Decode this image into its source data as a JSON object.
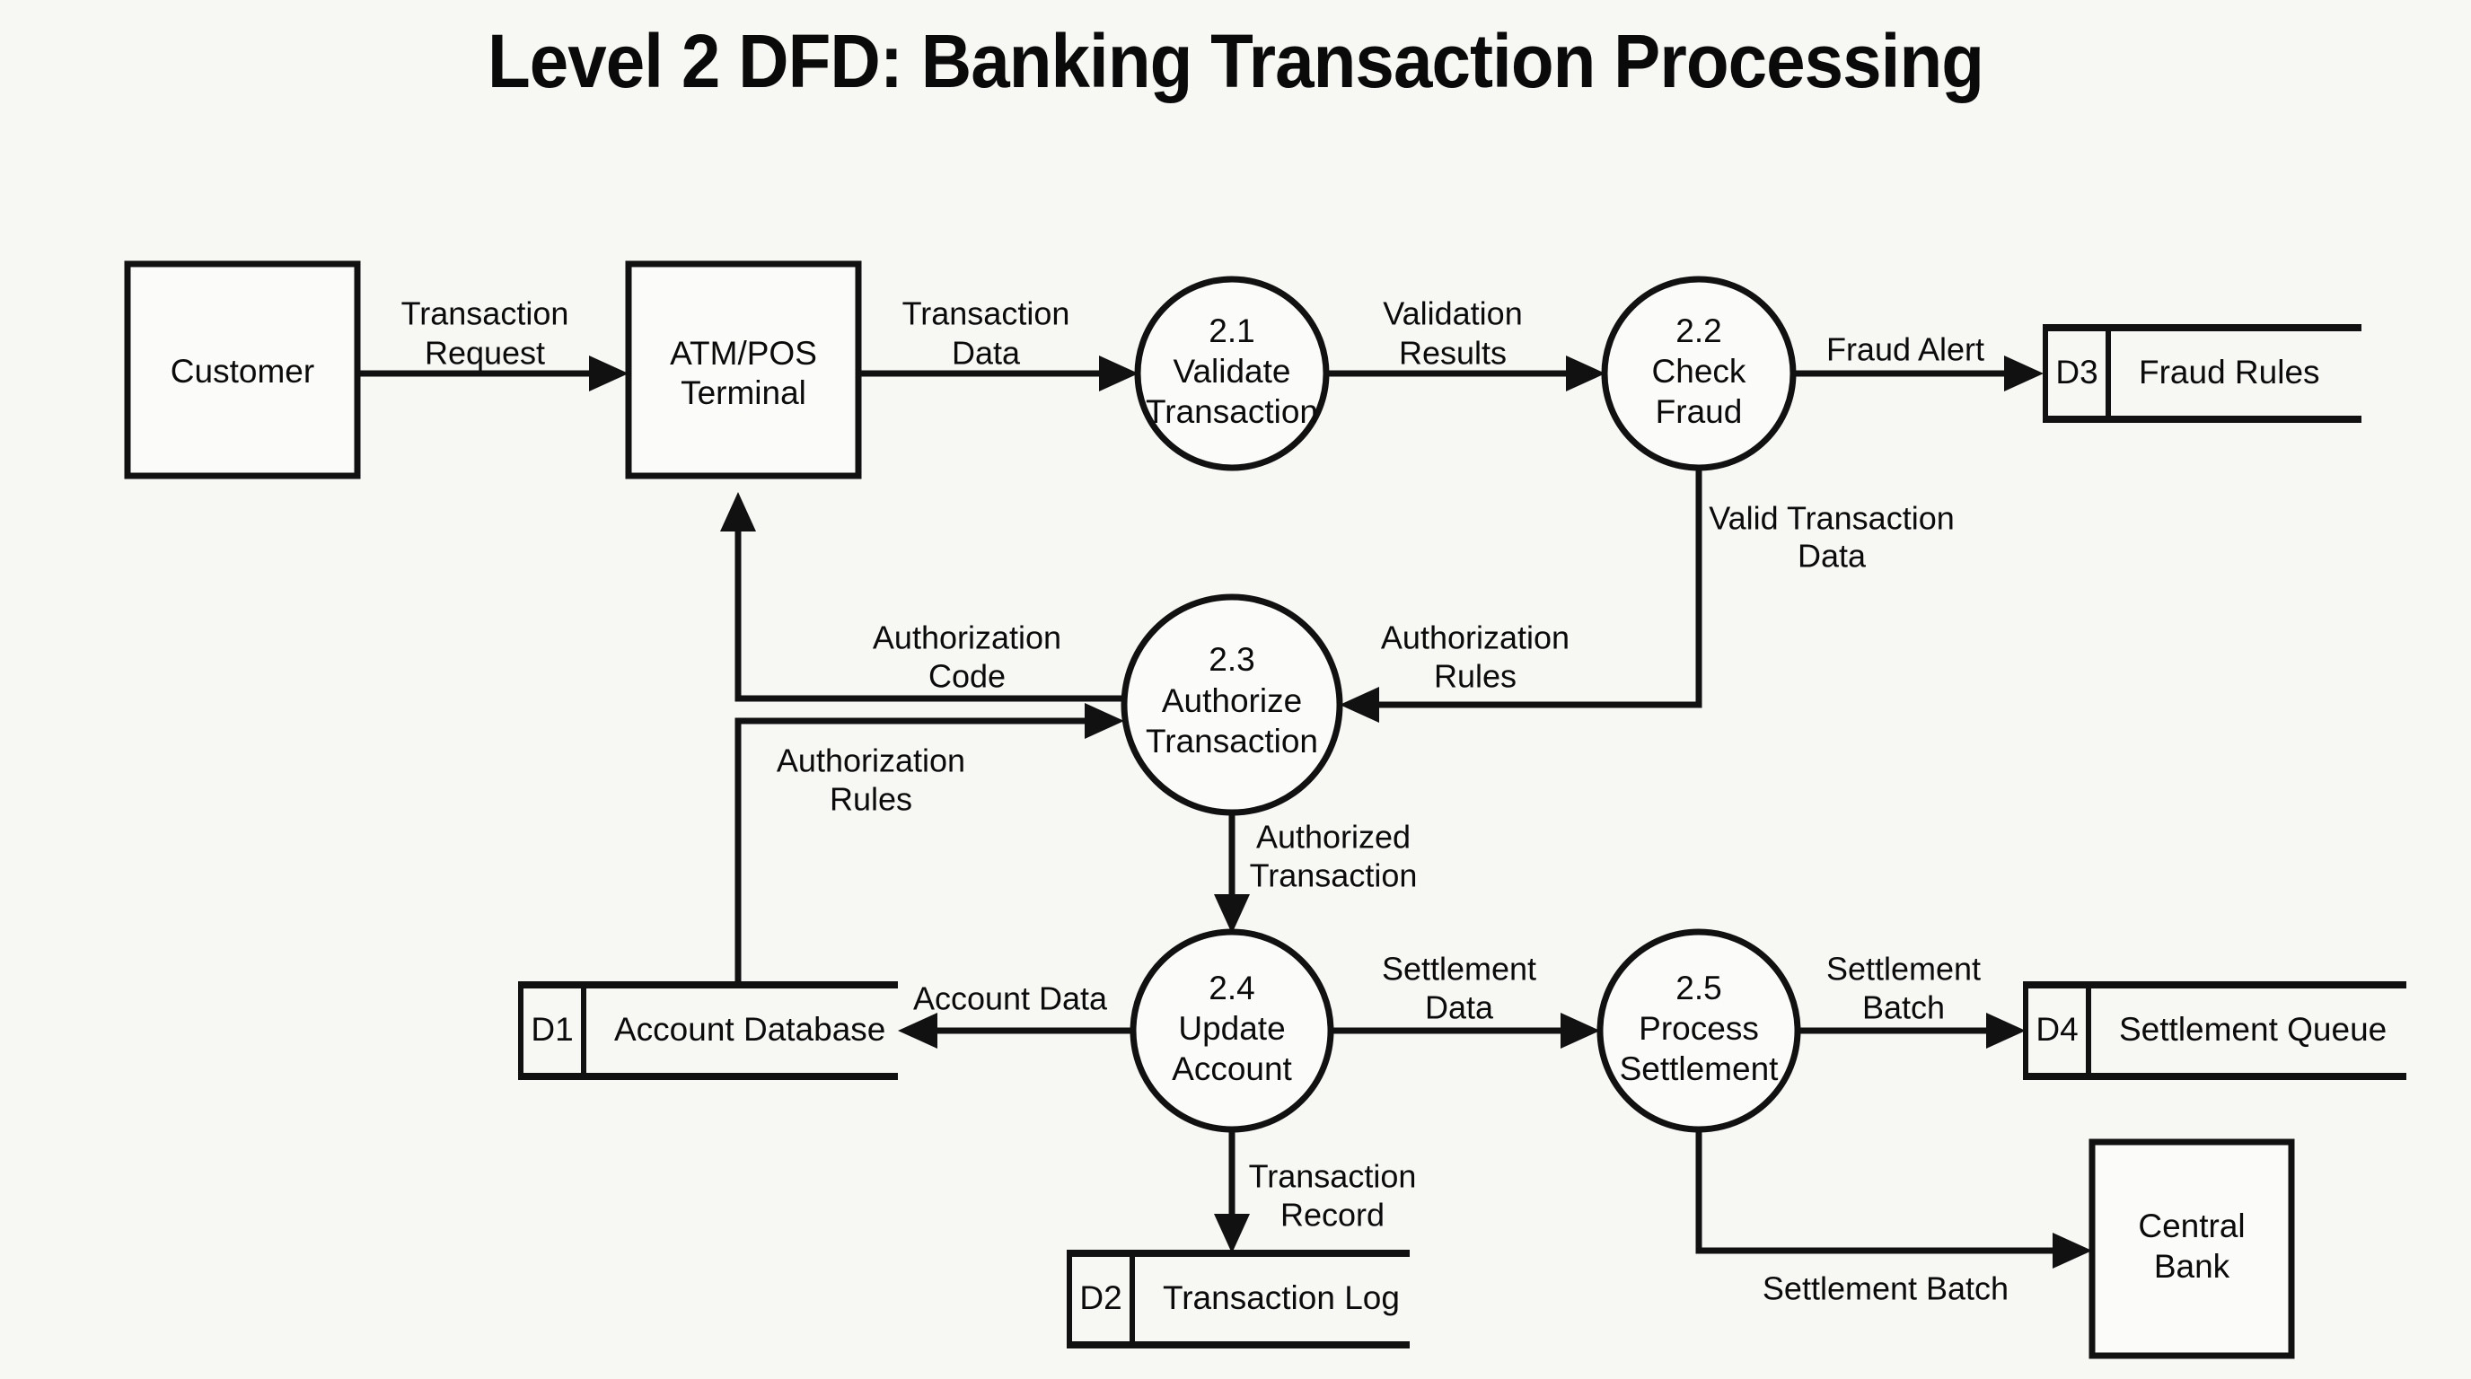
{
  "diagram": {
    "title": "Level 2 DFD: Banking Transaction Processing",
    "type": "data-flow-diagram",
    "level": "2",
    "background_color": "#f7f7f4",
    "line_color": "#111111",
    "text_color": "#0b0b0b"
  },
  "external_entities": [
    {
      "id": "customer",
      "label": "Customer"
    },
    {
      "id": "central_bank",
      "label_line1": "Central",
      "label_line2": "Bank"
    }
  ],
  "terminals": [
    {
      "id": "atm_pos",
      "label_line1": "ATM/POS",
      "label_line2": "Terminal"
    }
  ],
  "processes": [
    {
      "id": "p21",
      "number": "2.1",
      "label_line1": "Validate",
      "label_line2": "Transaction"
    },
    {
      "id": "p22",
      "number": "2.2",
      "label_line1": "Check",
      "label_line2": "Fraud"
    },
    {
      "id": "p23",
      "number": "2.3",
      "label_line1": "Authorize",
      "label_line2": "Transaction"
    },
    {
      "id": "p24",
      "number": "2.4",
      "label_line1": "Update",
      "label_line2": "Account"
    },
    {
      "id": "p25",
      "number": "2.5",
      "label_line1": "Process",
      "label_line2": "Settlement"
    }
  ],
  "data_stores": [
    {
      "id": "d1",
      "code": "D1",
      "name": "Account Database"
    },
    {
      "id": "d2",
      "code": "D2",
      "name": "Transaction Log"
    },
    {
      "id": "d3",
      "code": "D3",
      "name": "Fraud Rules"
    },
    {
      "id": "d4",
      "code": "D4",
      "name": "Settlement Queue"
    }
  ],
  "data_flows": [
    {
      "id": "f1",
      "from": "customer",
      "to": "atm_pos",
      "line1": "Transaction",
      "line2": "Request"
    },
    {
      "id": "f2",
      "from": "atm_pos",
      "to": "p21",
      "line1": "Transaction",
      "line2": "Data"
    },
    {
      "id": "f3",
      "from": "p21",
      "to": "p22",
      "line1": "Validation",
      "line2": "Results"
    },
    {
      "id": "f4",
      "from": "p22",
      "to": "d3",
      "line1": "Fraud Alert",
      "line2": ""
    },
    {
      "id": "f5",
      "from": "p22",
      "to": "p23",
      "line1": "Valid Transaction",
      "line2": "Data"
    },
    {
      "id": "f6",
      "from": "p22",
      "to": "p23",
      "line1": "Authorization",
      "line2": "Rules"
    },
    {
      "id": "f7",
      "from": "p23",
      "to": "atm_pos",
      "line1": "Authorization",
      "line2": "Code"
    },
    {
      "id": "f8",
      "from": "d1",
      "to": "p23",
      "line1": "Authorization",
      "line2": "Rules"
    },
    {
      "id": "f9",
      "from": "p23",
      "to": "p24",
      "line1": "Authorized",
      "line2": "Transaction"
    },
    {
      "id": "f10",
      "from": "p24",
      "to": "d1",
      "line1": "Account Data",
      "line2": ""
    },
    {
      "id": "f11",
      "from": "p24",
      "to": "p25",
      "line1": "Settlement",
      "line2": "Data"
    },
    {
      "id": "f12",
      "from": "p24",
      "to": "d2",
      "line1": "Transaction",
      "line2": "Record"
    },
    {
      "id": "f13",
      "from": "p25",
      "to": "d4",
      "line1": "Settlement",
      "line2": "Batch"
    },
    {
      "id": "f14",
      "from": "p25",
      "to": "central_bank",
      "line1": "Settlement Batch",
      "line2": ""
    }
  ]
}
